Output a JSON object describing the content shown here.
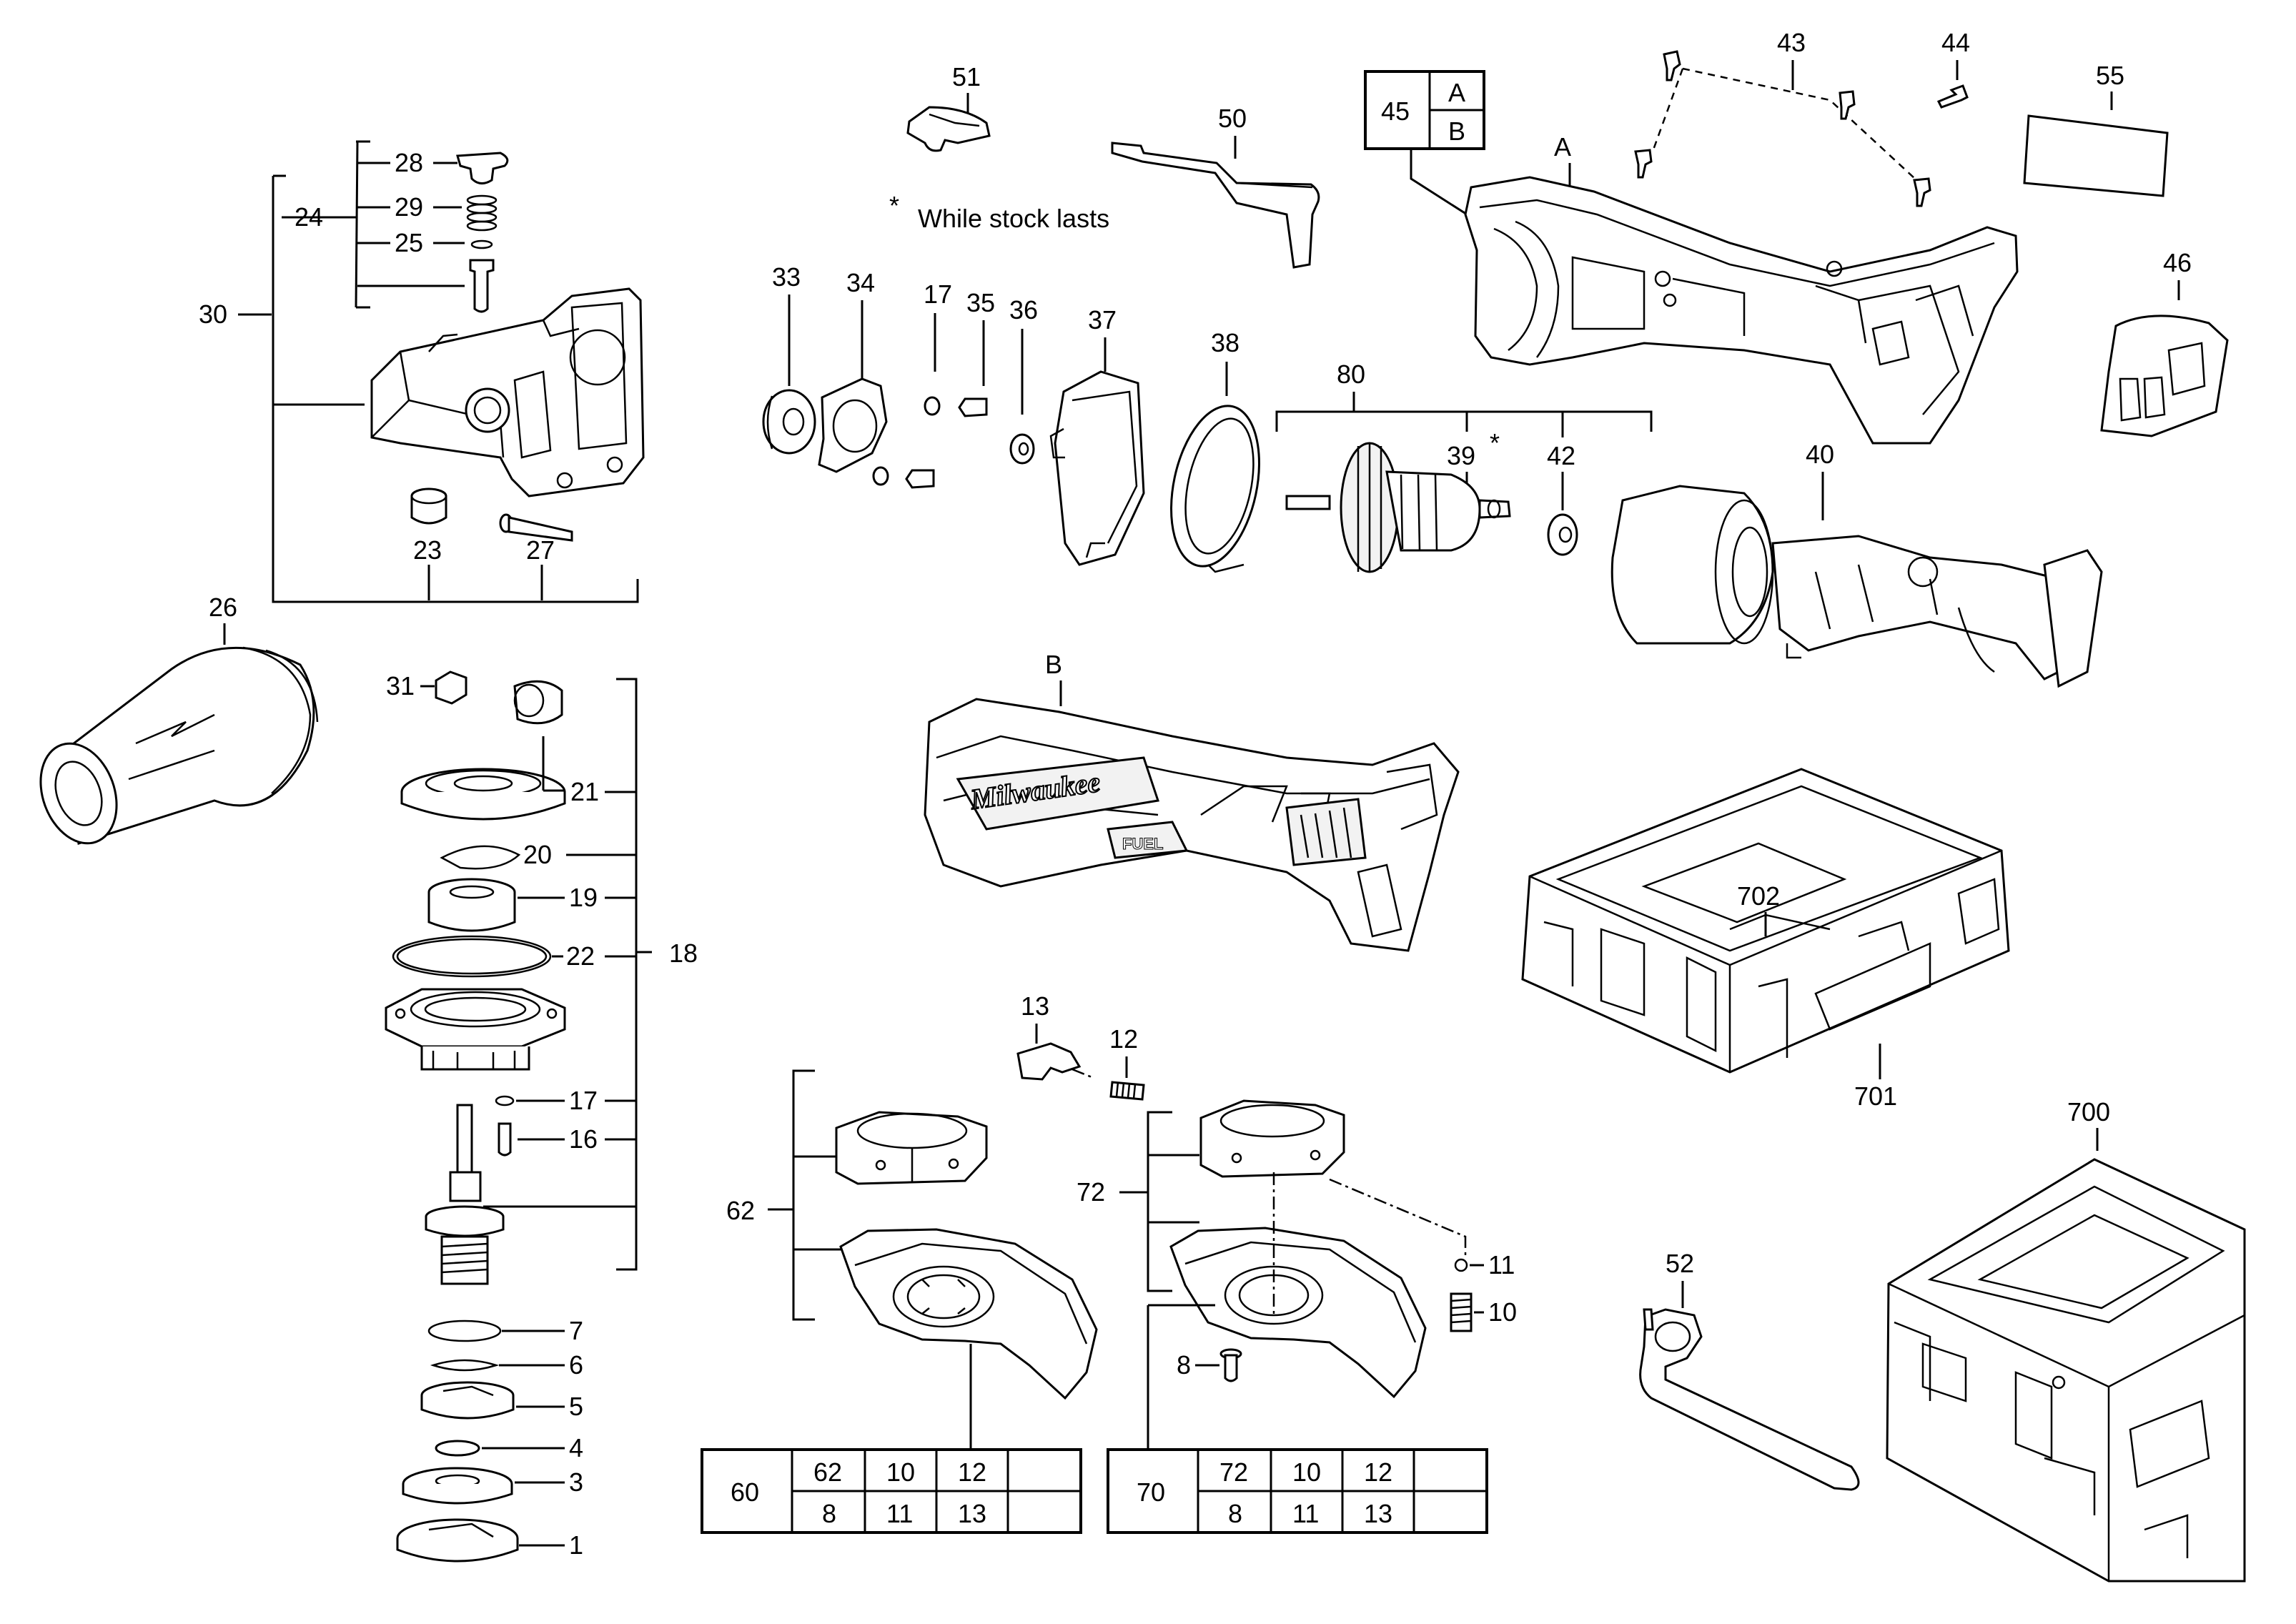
{
  "labels": {
    "l1": "1",
    "l3": "3",
    "l4": "4",
    "l5": "5",
    "l6": "6",
    "l7": "7",
    "l8": "8",
    "l10": "10",
    "l11": "11",
    "l12": "12",
    "l13": "13",
    "l16": "16",
    "l17a": "17",
    "l17b": "17",
    "l18": "18",
    "l19": "19",
    "l20": "20",
    "l21": "21",
    "l22": "22",
    "l23": "23",
    "l24": "24",
    "l25": "25",
    "l26": "26",
    "l27": "27",
    "l28": "28",
    "l29": "29",
    "l30": "30",
    "l31": "31",
    "l33": "33",
    "l34": "34",
    "l35": "35",
    "l36": "36",
    "l37": "37",
    "l38": "38",
    "l39": "39",
    "l40": "40",
    "l42": "42",
    "l43": "43",
    "l44": "44",
    "l45": "45",
    "l46": "46",
    "l50": "50",
    "l51": "51",
    "l52": "52",
    "l55": "55",
    "l62": "62",
    "l72": "72",
    "l80": "80",
    "l700": "700",
    "l701": "701",
    "l702": "702",
    "lA": "A",
    "lB": "B",
    "l39star": "*"
  },
  "box45": {
    "num": "45",
    "a": "A",
    "b": "B"
  },
  "note": {
    "star": "*",
    "text": "While stock lasts"
  },
  "brand": "Milwaukee",
  "badge": "FUEL",
  "table60": {
    "head": "60",
    "row1": [
      "62",
      "10",
      "12",
      ""
    ],
    "row2": [
      "8",
      "11",
      "13",
      ""
    ]
  },
  "table70": {
    "head": "70",
    "row1": [
      "72",
      "10",
      "12",
      ""
    ],
    "row2": [
      "8",
      "11",
      "13",
      ""
    ]
  }
}
